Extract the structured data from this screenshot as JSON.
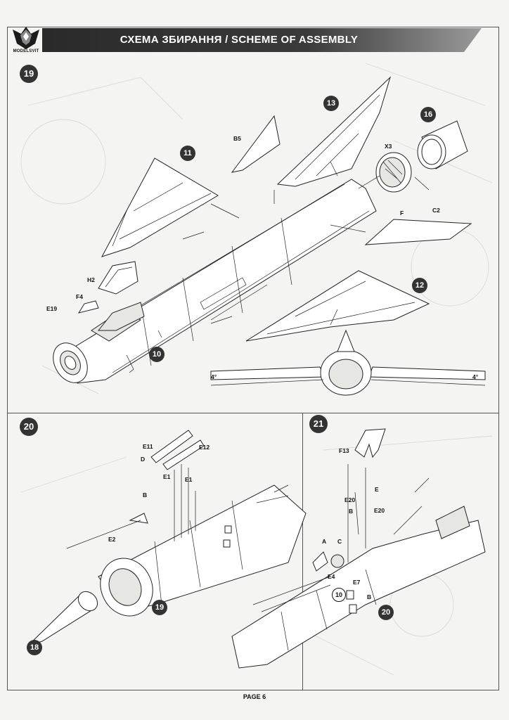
{
  "header": {
    "title": "СХЕМА ЗБИРАННЯ / SCHEME OF ASSEMBLY",
    "logo_text": "MODELSVIT"
  },
  "steps": [
    {
      "number": "19",
      "part_badges": [
        "11",
        "13",
        "16",
        "12",
        "10"
      ],
      "labels": [
        "B5",
        "X3",
        "C2",
        "H2",
        "F4",
        "E19",
        "F"
      ],
      "angle_left": "4°",
      "angle_right": "4°"
    },
    {
      "number": "20",
      "part_badges": [
        "18",
        "19"
      ],
      "labels": [
        "E11",
        "E12",
        "D",
        "E1",
        "E1",
        "B",
        "E2"
      ]
    },
    {
      "number": "21",
      "part_badges": [
        "10",
        "20"
      ],
      "labels": [
        "F13",
        "E",
        "E20",
        "E20",
        "B",
        "A",
        "C",
        "E4",
        "E7",
        "B"
      ]
    }
  ],
  "footer": {
    "page_label": "PAGE 6"
  }
}
